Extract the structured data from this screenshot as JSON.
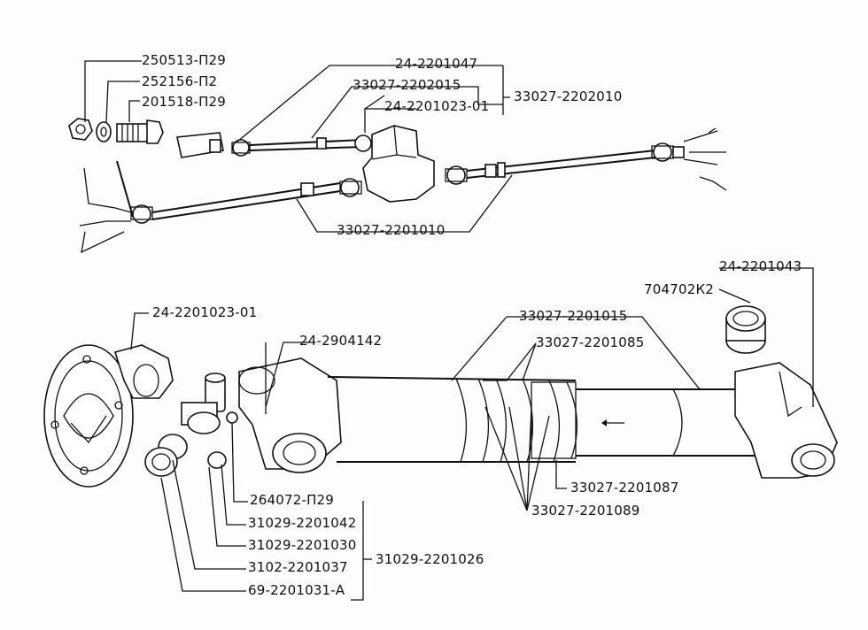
{
  "labels": {
    "top_nut": "250513-П29",
    "top_washer": "252156-П2",
    "top_bolt": "201518-П29",
    "top_shaft_front": "24-2201047",
    "top_shaft_front_tube": "33027-2202015",
    "top_cardan_assembly": "33027-2202010",
    "top_flange_yoke": "24-2201023-01",
    "top_rear_shaft": "33027-2201010",
    "bot_flange_yoke": "24-2201023-01",
    "bot_grease_fitting": "24-2904142",
    "bot_tube": "33027-2201015",
    "bot_boot": "33027-2201085",
    "bot_yoke": "24-2201043",
    "bot_bearing": "704702К2",
    "bot_washer_264072": "264072-П29",
    "bot_cross_31029_2201042": "31029-2201042",
    "bot_31029_2201030": "31029-2201030",
    "bot_3102_2201037": "3102-2201037",
    "bot_69_2201031": "69-2201031-А",
    "bot_31029_2201026": "31029-2201026",
    "bot_33027_2201087": "33027-2201087",
    "bot_33027_2201089": "33027-2201089"
  },
  "colors": {
    "ink": "#111111",
    "paper": "#fdfdfb"
  }
}
